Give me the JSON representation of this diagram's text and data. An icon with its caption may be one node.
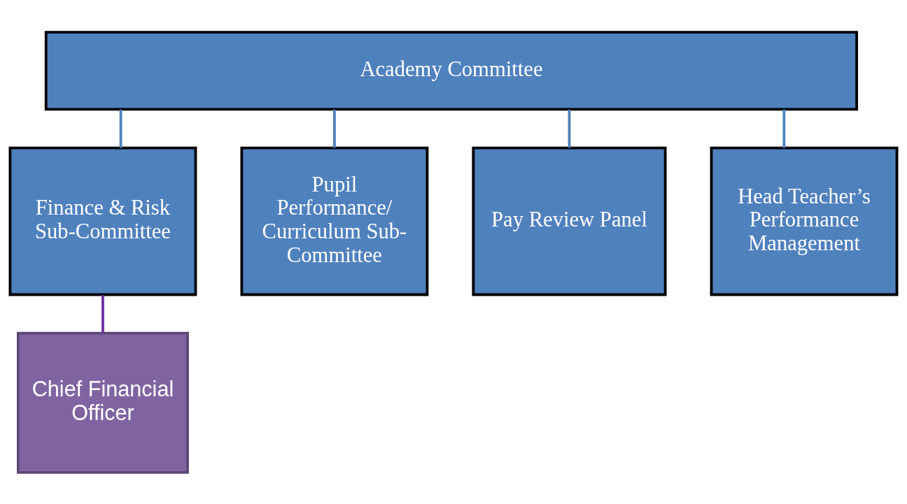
{
  "diagram": {
    "nodes": [
      {
        "text": [
          "Academy Committee"
        ]
      },
      {
        "text": [
          "Finance & Risk Sub-Committee"
        ]
      },
      {
        "text": [
          "Pupil Performance/ Curriculum Sub-Committee"
        ]
      },
      {
        "text": [
          "Pay Review Panel"
        ]
      },
      {
        "text": [
          "Head Teacher’s Performance Management"
        ]
      },
      {
        "text": [
          "Chief Financial Officer"
        ]
      }
    ],
    "edges": [
      {
        "from": 0,
        "to": 1,
        "arrow": "none"
      },
      {
        "from": 0,
        "to": 2,
        "arrow": "none"
      },
      {
        "from": 0,
        "to": 3,
        "arrow": "none"
      },
      {
        "from": 0,
        "to": 4,
        "arrow": "none"
      },
      {
        "from": 1,
        "to": 5,
        "arrow": "none",
        "color": "#7030a0"
      }
    ]
  }
}
